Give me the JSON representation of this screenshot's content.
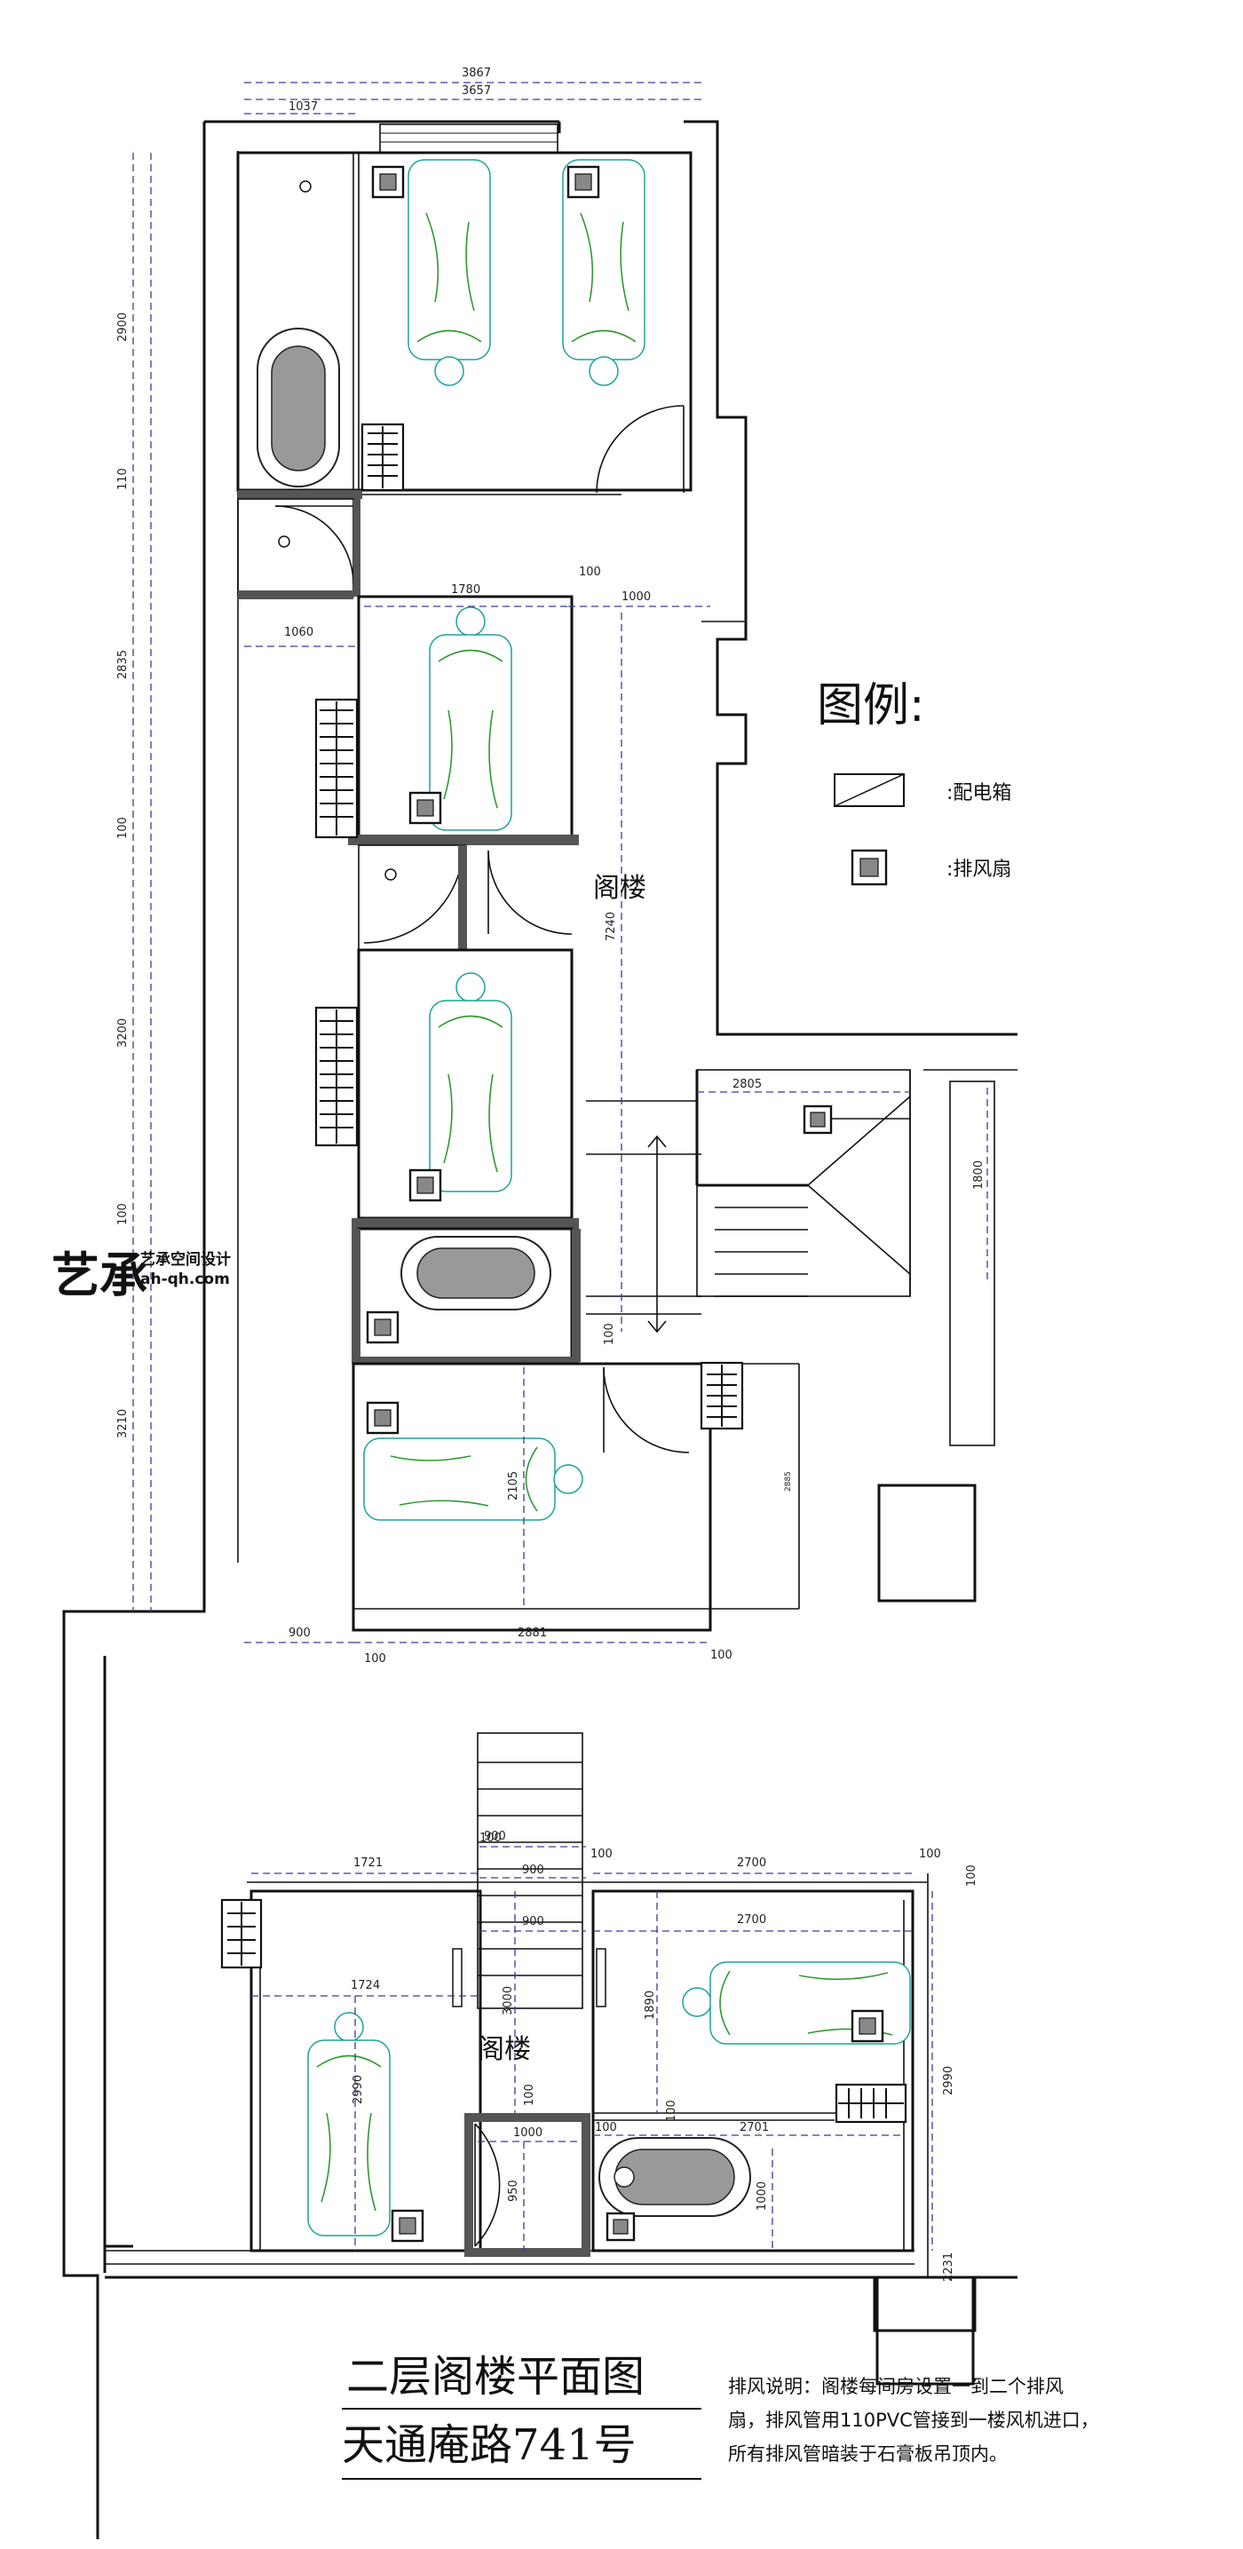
{
  "dimensions": {
    "top_total_a": "3867",
    "top_total_b": "3657",
    "top_left": "1037",
    "left_2900": "2900",
    "left_110": "110",
    "left_2835": "2835",
    "left_100_a": "100",
    "left_3200": "3200",
    "left_100_b": "100",
    "left_3210": "3210",
    "room_1780": "1780",
    "room_100_a": "100",
    "corr_1000": "1000",
    "room_1060": "1060",
    "corr_7240": "7240",
    "stair_2805": "2805",
    "stair_1800": "1800",
    "low_100_c": "100",
    "bed_2105": "2105",
    "small_2885": "2885",
    "bot_900": "900",
    "bot_2881": "2881",
    "bot_100_l": "100",
    "bot_100_r": "100",
    "b_1721": "1721",
    "b_100_top1": "100",
    "b_900_a": "900",
    "b_900_b": "900",
    "b_900_c": "900",
    "b_100_top2": "100",
    "b_2700_top": "2700",
    "b_100_top3": "100",
    "b_100_right": "100",
    "b_2700_in": "2700",
    "b_1724": "1724",
    "b_2990_l": "2990",
    "b_3000": "3000",
    "b_1890": "1890",
    "b_2990_r": "2990",
    "b_100_mid1": "100",
    "b_100_mid2": "100",
    "b_100_mid3": "100",
    "b_1000_w": "1000",
    "b_2701": "2701",
    "b_950": "950",
    "b_1000_h": "1000",
    "b_2231": "2231"
  },
  "rooms": {
    "attic_top": "阁楼",
    "attic_bottom": "阁楼"
  },
  "legend": {
    "title": "图例:",
    "items": [
      {
        "icon": "distribution-box-icon",
        "label": ":配电箱"
      },
      {
        "icon": "exhaust-fan-icon",
        "label": ":排风扇"
      }
    ]
  },
  "watermark": {
    "logo_text": "艺承",
    "line1": "艺承空间设计",
    "line2": "ah-qh.com"
  },
  "title": {
    "line1": "二层阁楼平面图",
    "line2": "天通庵路741号"
  },
  "note": {
    "line1": "排风说明：阁楼每间房设置一到二个排风",
    "line2": "扇，排风管用110PVC管接到一楼风机进口，",
    "line3": "所有排风管暗装于石膏板吊顶内。"
  },
  "colors": {
    "wall": "#111111",
    "dimension": "#3a3a9a",
    "bed_outline": "#1aa39a",
    "bed_accent": "#2f9a2f"
  }
}
